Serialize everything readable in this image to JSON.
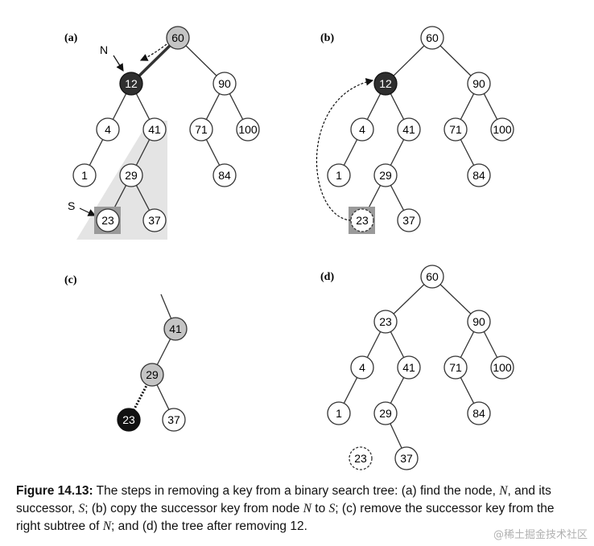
{
  "panels": [
    {
      "id": "a",
      "label": "(a)"
    },
    {
      "id": "b",
      "label": "(b)"
    },
    {
      "id": "c",
      "label": "(c)"
    },
    {
      "id": "d",
      "label": "(d)"
    }
  ],
  "annotations": {
    "N": "N",
    "S": "S"
  },
  "trees": {
    "a": {
      "nodes": [
        "60",
        "12",
        "90",
        "4",
        "41",
        "71",
        "100",
        "1",
        "29",
        "84",
        "23",
        "37"
      ]
    },
    "b": {
      "nodes": [
        "60",
        "12",
        "90",
        "4",
        "41",
        "71",
        "100",
        "1",
        "29",
        "84",
        "23",
        "37"
      ]
    },
    "c": {
      "nodes": [
        "41",
        "29",
        "23",
        "37"
      ]
    },
    "d": {
      "nodes": [
        "60",
        "23",
        "90",
        "4",
        "41",
        "71",
        "100",
        "1",
        "29",
        "84",
        "37",
        "23"
      ]
    }
  },
  "caption": {
    "figure": "Figure 14.13:",
    "t1": " The steps in removing a key from a binary search tree: (a) find the node, ",
    "v1": "N",
    "t2": ", and its successor, ",
    "v2": "S",
    "t3": "; (b) copy the successor key from node ",
    "v3": "N",
    "t4": " to ",
    "v4": "S",
    "t5": "; (c) remove the successor key from the right subtree of ",
    "v5": "N",
    "t6": "; and (d) the tree after removing 12."
  },
  "watermark": "@稀土掘金技术社区",
  "colors": {
    "black_node": "#2f2f2f",
    "gray_node": "#c4c4c4",
    "highlight": "#9a9a9a",
    "shade": "#e4e4e4"
  }
}
